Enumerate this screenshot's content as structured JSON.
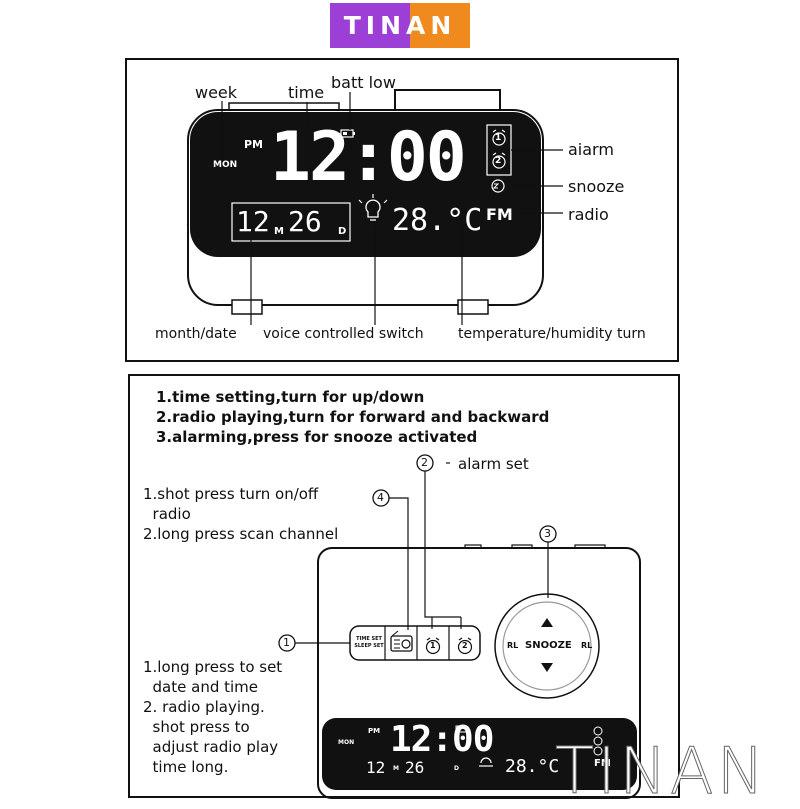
{
  "brand": {
    "logo_text": "TINAN",
    "watermark": "TINAN",
    "logo_colors": [
      "#9b3fd6",
      "#f08a1e"
    ]
  },
  "top_panel": {
    "labels": {
      "week": "week",
      "time": "time",
      "batt_low": "batt low",
      "alarm": "aiarm",
      "snooze": "snooze",
      "radio": "radio",
      "month_date": "month/date",
      "voice_switch": "voice controlled  switch",
      "temp_humidity": "temperature/humidity  turn"
    },
    "display": {
      "pm": "PM",
      "weekday": "MON",
      "time": "12:00",
      "month": "12",
      "m_unit": "M",
      "day": "26",
      "d_unit": "D",
      "temperature": "28.°C",
      "fm": "FM",
      "alarm1": "1",
      "alarm2": "2"
    }
  },
  "bottom_panel": {
    "instructions": [
      "1.time setting,turn for up/down",
      "2.radio playing,turn for forward and backward",
      "3.alarming,press for snooze activated"
    ],
    "callouts": {
      "n1": "1",
      "n2": "2",
      "n3": "3",
      "n4": "4",
      "alarm_set": "alarm  set"
    },
    "radio_note": [
      "1.shot press turn on/off",
      "  radio",
      "2.long press scan channel"
    ],
    "set_note": [
      "1.long press to set",
      "  date and time",
      "2. radio playing.",
      "  shot press to",
      "  adjust radio play",
      "  time long."
    ],
    "buttons": {
      "time_set": "TIME SET",
      "sleep_set": "SLEEP SET",
      "alarm1": "1",
      "alarm2": "2"
    },
    "knob": {
      "snooze": "SNOOZE",
      "left": "RL",
      "right": "RL"
    },
    "display": {
      "pm": "PM",
      "weekday": "MON",
      "time": "12:00",
      "month": "12",
      "m_unit": "M",
      "day": "26",
      "d_unit": "D",
      "temperature": "28.°C",
      "fm": "FM"
    }
  }
}
